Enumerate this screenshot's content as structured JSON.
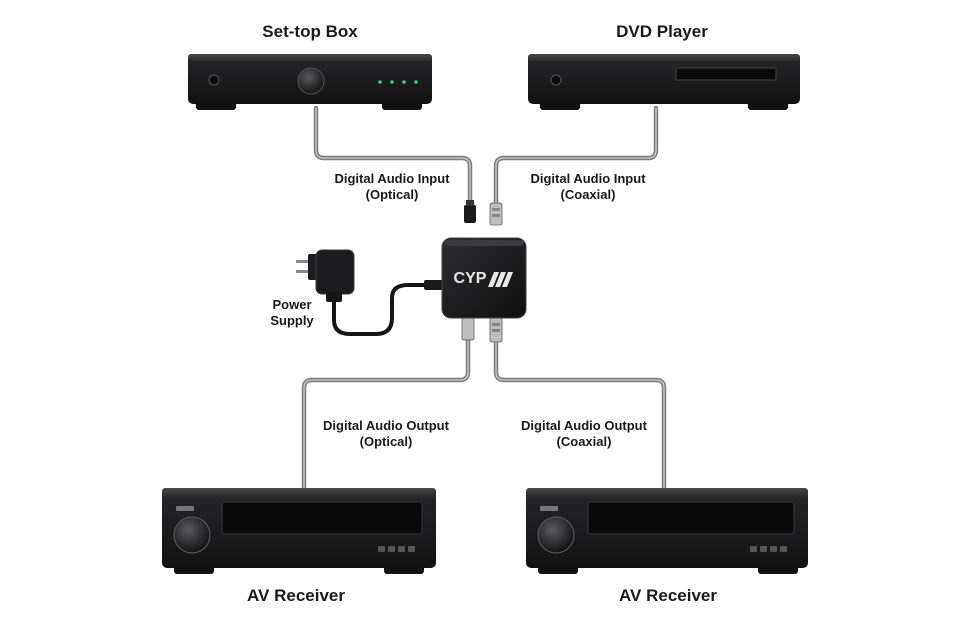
{
  "devices": {
    "settop": "Set-top Box",
    "dvd": "DVD Player",
    "receiver_left": "AV Receiver",
    "receiver_right": "AV Receiver"
  },
  "connections": {
    "in_optical": {
      "line1": "Digital Audio Input",
      "line2": "(Optical)"
    },
    "in_coaxial": {
      "line1": "Digital Audio Input",
      "line2": "(Coaxial)"
    },
    "out_optical": {
      "line1": "Digital Audio Output",
      "line2": "(Optical)"
    },
    "out_coaxial": {
      "line1": "Digital Audio Output",
      "line2": "(Coaxial)"
    },
    "power": {
      "line1": "Power",
      "line2": "Supply"
    }
  },
  "hub": {
    "logo": "CYP"
  },
  "colors": {
    "device_body": "#1c1c1e",
    "cable": "#9a9a9a",
    "led": "#3fd17a"
  }
}
